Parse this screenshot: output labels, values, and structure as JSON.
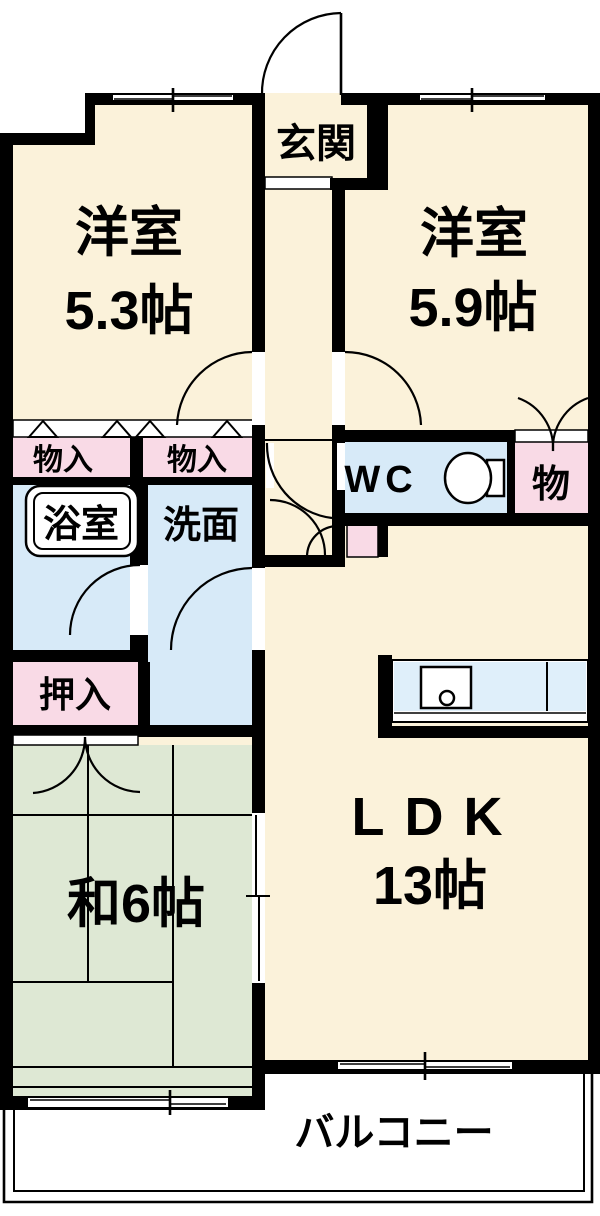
{
  "floorplan": {
    "labels": {
      "entrance": "玄関",
      "western_room_1": "洋室",
      "western_room_1_size": "5.3帖",
      "western_room_2": "洋室",
      "western_room_2_size": "5.9帖",
      "closet_1": "物入",
      "closet_2": "物入",
      "toilet": "WC",
      "storage": "物",
      "bathroom": "浴室",
      "washroom": "洗面",
      "futon_closet": "押入",
      "japanese_room": "和6帖",
      "ldk": "LDK",
      "ldk_size": "13帖",
      "balcony": "バルコニー"
    },
    "colors": {
      "floor_cream": "#FBF2DA",
      "storage_pink": "#F9DAE6",
      "wet_area_blue": "#D7EAF8",
      "kitchen_counter_blue": "#DFEFFA",
      "tatami_green": "#DEE8D4",
      "wall_black": "#000000",
      "exterior_white": "#FFFFFF"
    }
  }
}
